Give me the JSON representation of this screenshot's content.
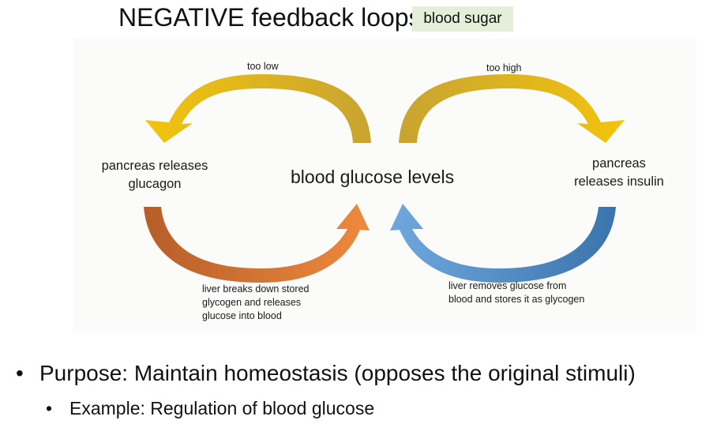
{
  "title": "NEGATIVE feedback loops:",
  "tag": "blood sugar",
  "diagram": {
    "center": "blood glucose levels",
    "top_left_arrow_label": "too low",
    "top_right_arrow_label": "too high",
    "left_node": [
      "pancreas releases",
      "glucagon"
    ],
    "right_node": [
      "pancreas",
      "releases insulin"
    ],
    "bottom_left_label": [
      "liver breaks down stored",
      "glycogen and releases",
      "glucose into blood"
    ],
    "bottom_right_label": [
      "liver removes glucose from",
      "blood and stores it as glycogen"
    ],
    "colors": {
      "yellow_arrow_start": "#c8a431",
      "yellow_arrow_end": "#f2c40c",
      "orange_arrow_start": "#b65e2a",
      "orange_arrow_end": "#ee8a3c",
      "blue_arrow_start": "#3a74ac",
      "blue_arrow_end": "#6ea8dc"
    }
  },
  "bullets": [
    {
      "marker": "•",
      "text": "Purpose: Maintain homeostasis (opposes the original stimuli)"
    },
    {
      "marker": "•",
      "text": "Example: Regulation of blood glucose"
    }
  ]
}
